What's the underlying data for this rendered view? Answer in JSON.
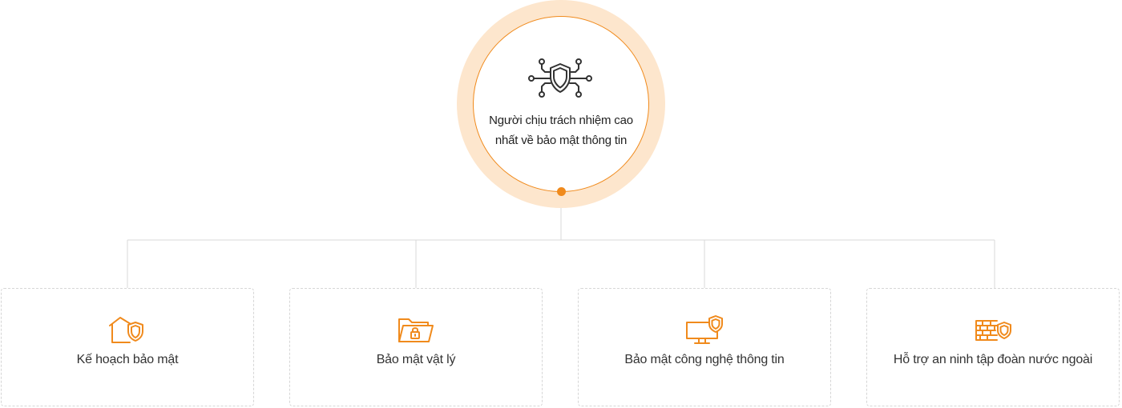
{
  "center": {
    "title_line1": "Người chịu trách nhiệm cao",
    "title_line2": "nhất về bảo mật thông tin",
    "icon": "network-shield-icon"
  },
  "cards": [
    {
      "label": "Kế hoạch bảo mật",
      "icon": "house-shield-icon"
    },
    {
      "label": "Bảo mật vật lý",
      "icon": "folder-lock-icon"
    },
    {
      "label": "Bảo mật công nghệ thông tin",
      "icon": "monitor-shield-icon"
    },
    {
      "label": "Hỗ trợ an ninh tập đoàn nước ngoài",
      "icon": "firewall-shield-icon"
    }
  ],
  "colors": {
    "accent": "#f08a1c",
    "ring": "#fde6cd",
    "line": "#d9d9d9",
    "card_border": "#d6d6d6",
    "text": "#333333",
    "icon_dark": "#333333"
  }
}
